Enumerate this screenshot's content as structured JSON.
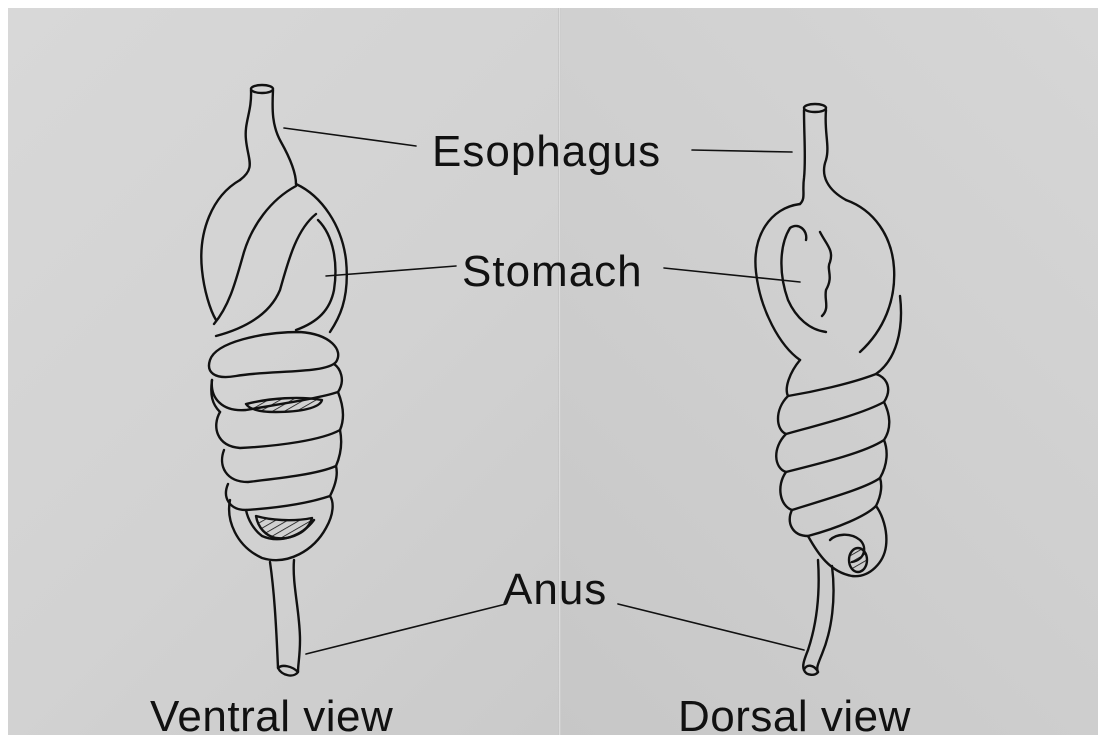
{
  "labels": {
    "esophagus": "Esophagus",
    "stomach": "Stomach",
    "anus": "Anus"
  },
  "views": {
    "ventral": "Ventral view",
    "dorsal": "Dorsal view"
  },
  "colors": {
    "paper": "#d2d2d2",
    "ink": "#111111",
    "border": "#ffffff"
  }
}
